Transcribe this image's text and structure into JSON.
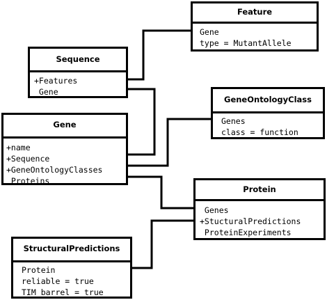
{
  "diagram": {
    "classes": [
      {
        "id": "feature",
        "name": "Feature",
        "attributes": [
          "Gene",
          "type = MutantAllele"
        ]
      },
      {
        "id": "sequence",
        "name": "Sequence",
        "attributes": [
          "+Features",
          " Gene"
        ]
      },
      {
        "id": "gene-ontology-class",
        "name": "GeneOntologyClass",
        "attributes": [
          "Genes",
          "class = function"
        ]
      },
      {
        "id": "gene",
        "name": "Gene",
        "attributes": [
          "+name",
          "+Sequence",
          "+GeneOntologyClasses",
          " Proteins"
        ]
      },
      {
        "id": "protein",
        "name": "Protein",
        "attributes": [
          " Genes",
          "+StucturalPredictions",
          " ProteinExperiments"
        ]
      },
      {
        "id": "structural-predictions",
        "name": "StructuralPredictions",
        "attributes": [
          "Protein",
          "reliable = true",
          "TIM barrel = true"
        ]
      }
    ],
    "colors": {
      "stroke": "#000000",
      "background": "#ffffff"
    }
  }
}
